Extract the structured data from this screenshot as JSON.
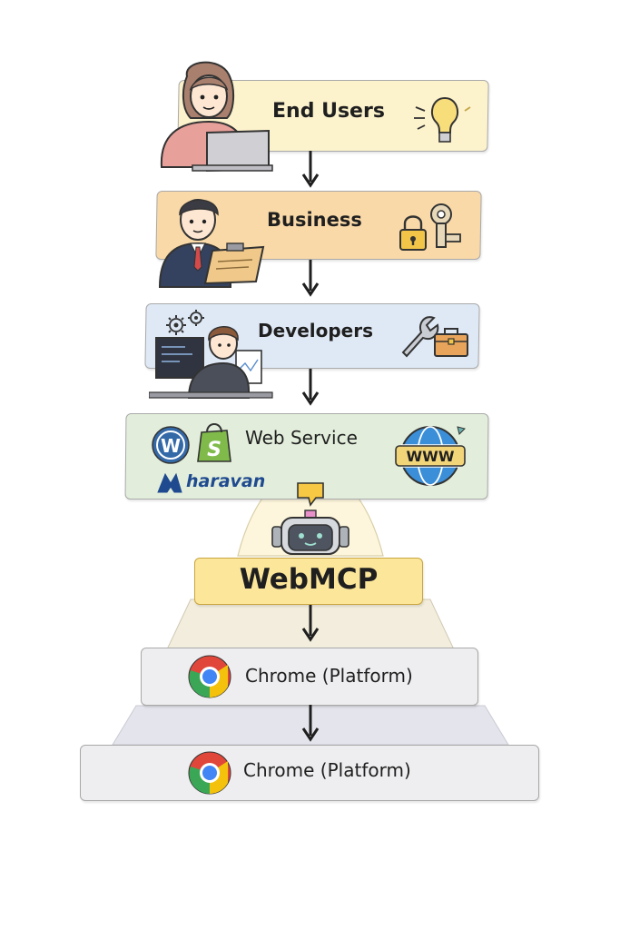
{
  "layers": {
    "end_users": {
      "label": "End Users"
    },
    "business": {
      "label": "Business"
    },
    "developers": {
      "label": "Developers"
    },
    "web_service": {
      "label": "Web Service",
      "brand": "haravan",
      "www": "WWW"
    },
    "webmcp": {
      "label": "WebMCP"
    },
    "chrome_upper": {
      "label": "Chrome (Platform)"
    },
    "chrome_lower": {
      "label": "Chrome (Platform)"
    }
  },
  "colors": {
    "end_users_fill": "#fcf2cc",
    "business_fill": "#f9d9a8",
    "developers_fill": "#dfe9f6",
    "web_service_fill": "#e2eedb",
    "webmcp_fill": "#fbe69a",
    "platform_fill": "#eeeef0",
    "arrow": "#1f1f1f"
  },
  "icons": {
    "end_users": [
      "woman-with-laptop-icon",
      "lightbulb-icon"
    ],
    "business": [
      "businessman-clipboard-icon",
      "padlock-icon",
      "key-icon"
    ],
    "developers": [
      "developer-at-computer-icon",
      "gears-icon",
      "wrench-icon",
      "toolbox-icon"
    ],
    "web_service": [
      "wordpress-icon",
      "shopify-icon",
      "haravan-logo-icon",
      "www-globe-icon"
    ],
    "webmcp": [
      "robot-icon",
      "speech-bubble-icon"
    ],
    "platform": [
      "chrome-icon"
    ]
  }
}
